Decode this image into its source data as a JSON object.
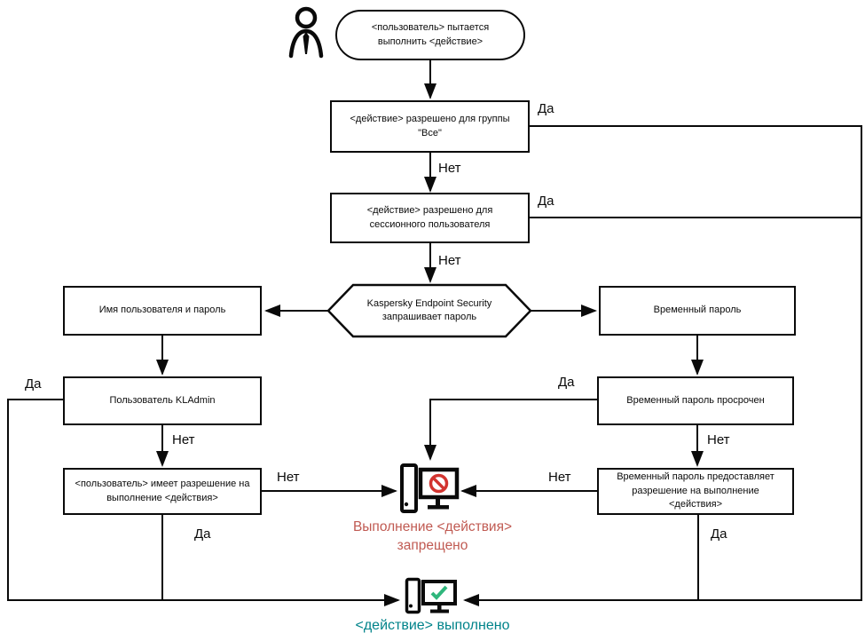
{
  "diagram": {
    "nodes": {
      "start": "<пользователь> пытается выполнить <действие>",
      "action_allowed_for_all": "<действие> разрешено для группы \"Все\"",
      "action_allowed_for_session": "<действие> разрешено для сессионного пользователя",
      "kes_prompts_password": "Kaspersky Endpoint Security запрашивает пароль",
      "username_and_password": "Имя пользователя и пароль",
      "temporary_password": "Временный пароль",
      "user_kladmin": "Пользователь KLAdmin",
      "user_has_permission": "<пользователь> имеет разрешение на выполнение <действия>",
      "temp_password_expired": "Временный пароль просрочен",
      "temp_password_grants": "Временный пароль предоставляет разрешение на выполнение <действия>",
      "action_denied_line1": "Выполнение <действия>",
      "action_denied_line2": "запрещено",
      "action_done": "<действие> выполнено"
    },
    "labels": {
      "yes": "Да",
      "no": "Нет"
    },
    "colors": {
      "line": "#0a0a0a",
      "denied_text": "#c05a52",
      "done_text": "#00838a",
      "prohibition_red": "#d23430",
      "check_green": "#2fb67c"
    },
    "edges": [
      {
        "from": "start",
        "to": "action_allowed_for_all",
        "label": ""
      },
      {
        "from": "action_allowed_for_all",
        "to": "action_done",
        "label": "Да"
      },
      {
        "from": "action_allowed_for_all",
        "to": "action_allowed_for_session",
        "label": "Нет"
      },
      {
        "from": "action_allowed_for_session",
        "to": "action_done",
        "label": "Да"
      },
      {
        "from": "action_allowed_for_session",
        "to": "kes_prompts_password",
        "label": "Нет"
      },
      {
        "from": "kes_prompts_password",
        "to": "username_and_password",
        "label": ""
      },
      {
        "from": "kes_prompts_password",
        "to": "temporary_password",
        "label": ""
      },
      {
        "from": "username_and_password",
        "to": "user_kladmin",
        "label": ""
      },
      {
        "from": "user_kladmin",
        "to": "action_done",
        "label": "Да"
      },
      {
        "from": "user_kladmin",
        "to": "user_has_permission",
        "label": "Нет"
      },
      {
        "from": "user_has_permission",
        "to": "action_denied",
        "label": "Нет"
      },
      {
        "from": "user_has_permission",
        "to": "action_done",
        "label": "Да"
      },
      {
        "from": "temporary_password",
        "to": "temp_password_expired",
        "label": ""
      },
      {
        "from": "temp_password_expired",
        "to": "action_denied",
        "label": "Да"
      },
      {
        "from": "temp_password_expired",
        "to": "temp_password_grants",
        "label": "Нет"
      },
      {
        "from": "temp_password_grants",
        "to": "action_denied",
        "label": "Нет"
      },
      {
        "from": "temp_password_grants",
        "to": "action_done",
        "label": "Да"
      }
    ]
  }
}
